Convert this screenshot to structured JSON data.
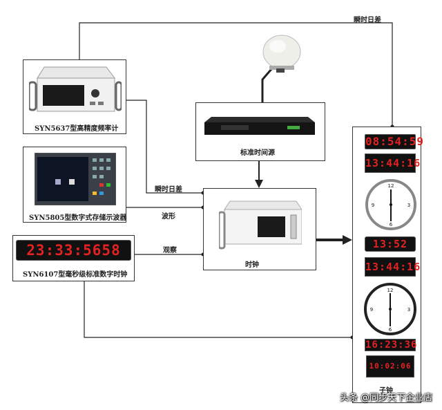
{
  "labels": {
    "top_wire": "瞬时日差",
    "mid_wire": "瞬时日差",
    "waveform": "波形",
    "observe": "观察"
  },
  "devices": {
    "freq_meter": "SYN5637型高精度频率计",
    "oscilloscope": "SYN5805型数字式存储示波器",
    "ms_clock": "SYN6107型毫秒级标准数字时钟",
    "time_source": "标准时间源",
    "clock": "时钟",
    "sub_clock": "子钟"
  },
  "displays": {
    "ms_clock_readout": "23:33:5658",
    "sub_1": "08:54:59",
    "sub_2": "13:44:16",
    "sub_3": "13:52",
    "sub_4": "13:44:16",
    "sub_5": "16:23:36",
    "sub_6": "10:02:06"
  },
  "watermark": "头条 @同步天下企业店",
  "colors": {
    "led_red": "#e32222",
    "line": "#222222"
  }
}
